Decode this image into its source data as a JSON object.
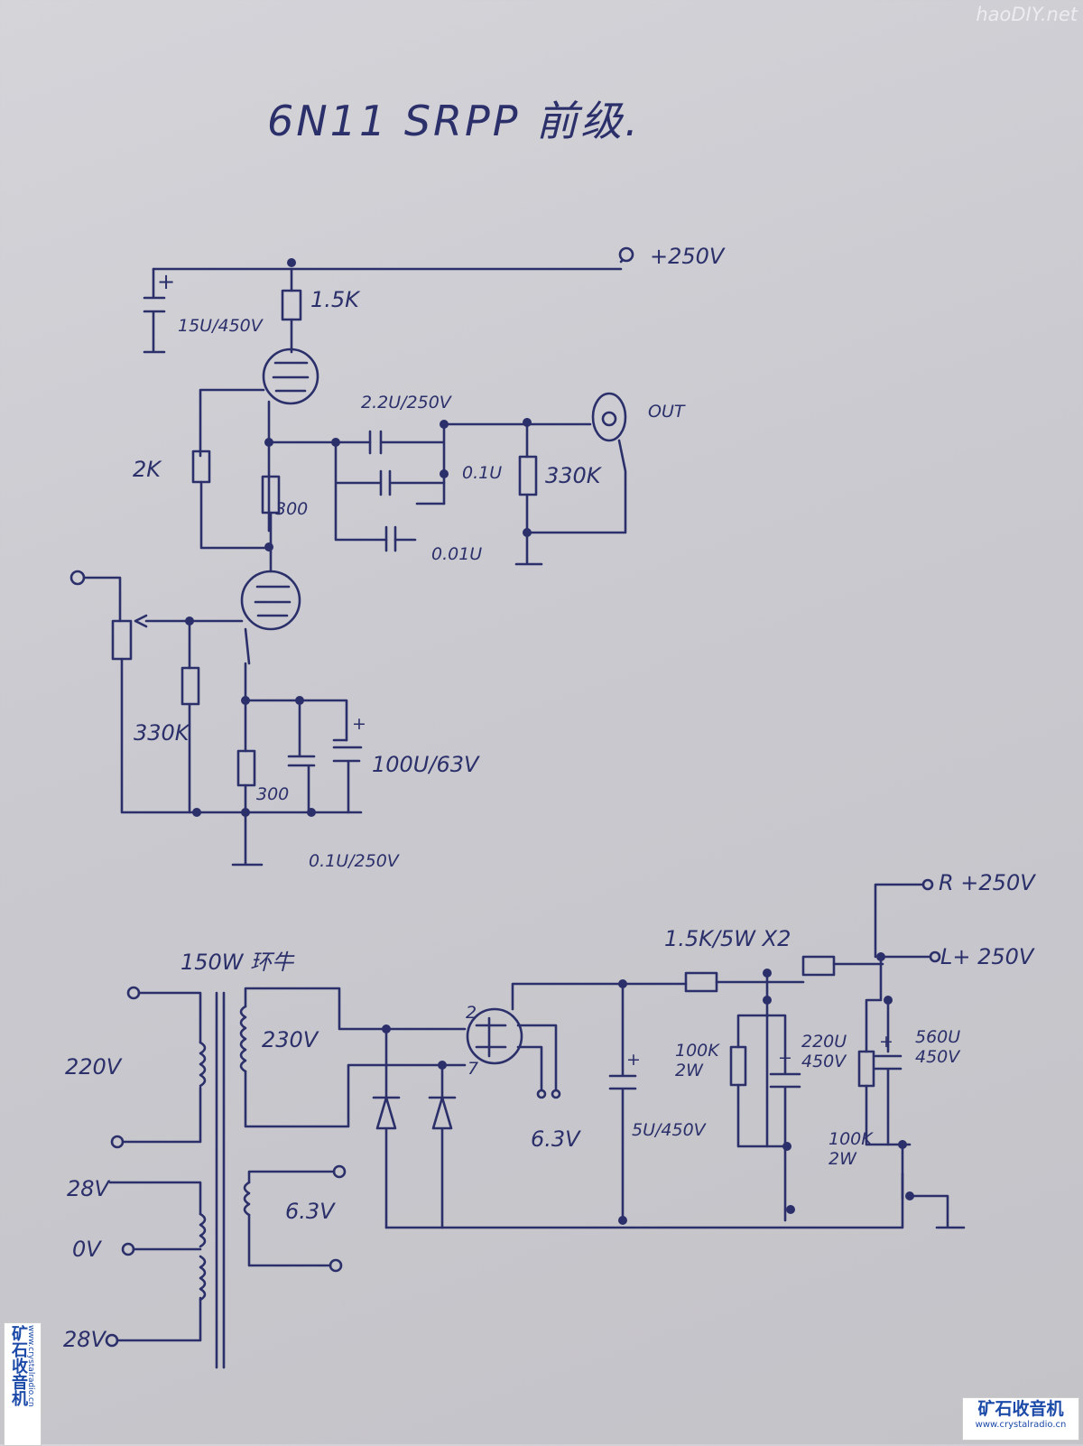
{
  "title": "6N11 SRPP 前级.",
  "preamp": {
    "supply": "+250V",
    "r_top": "1.5K",
    "c_supply": "15U/450V",
    "r_2k": "2K",
    "r_300_mid": "300",
    "c_couple": "2.2U/250V",
    "c_01": "0.1U",
    "c_001": "0.01U",
    "r_out": "330K",
    "out": "OUT",
    "r_grid": "330K",
    "r_cathode": "300",
    "c_cathode_e": "100U/63V",
    "c_cathode": "0.1U/250V"
  },
  "psu": {
    "transformer": "150W 环牛",
    "primary": "220V",
    "secondary_hv": "230V",
    "heater": "6.3V",
    "tap_28a": "28V",
    "tap_0": "0V",
    "tap_28b": "28V",
    "heater_out": "6.3V",
    "pin2": "2",
    "pin7": "7",
    "c_first": "5U/450V",
    "r_series": "1.5K/5W X2",
    "r_bleed1": "100K\n2W",
    "c_mid": "220U\n450V",
    "c_final": "560U\n450V",
    "r_bleed2": "100K\n2W",
    "out_r": "R +250V",
    "out_l": "L+ 250V"
  },
  "watermark": {
    "top": "haoDIY.net",
    "cn": "矿石收音机",
    "url": "www.crystalradio.cn"
  }
}
